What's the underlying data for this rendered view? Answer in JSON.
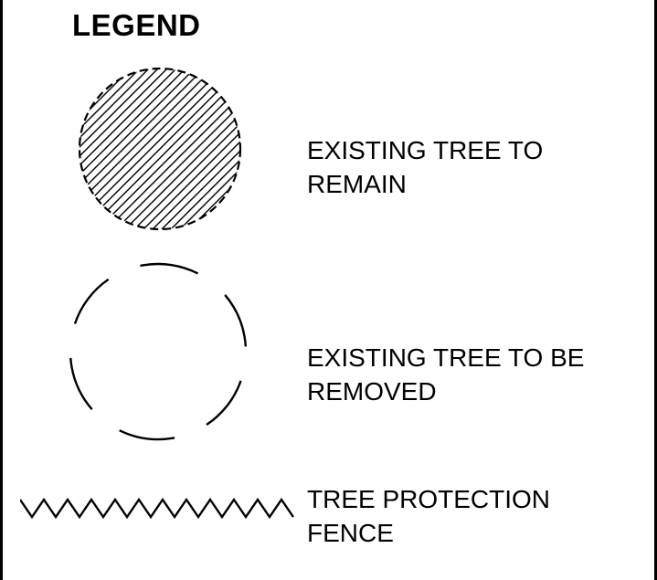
{
  "legend": {
    "title": "LEGEND",
    "items": [
      {
        "symbol": "hatched-dashed-circle-icon",
        "line1": "EXISTING TREE TO",
        "line2": "REMAIN"
      },
      {
        "symbol": "dashed-circle-icon",
        "line1": "EXISTING TREE TO BE",
        "line2": "REMOVED"
      },
      {
        "symbol": "zigzag-fence-icon",
        "line1": "TREE PROTECTION",
        "line2": "FENCE"
      }
    ]
  }
}
